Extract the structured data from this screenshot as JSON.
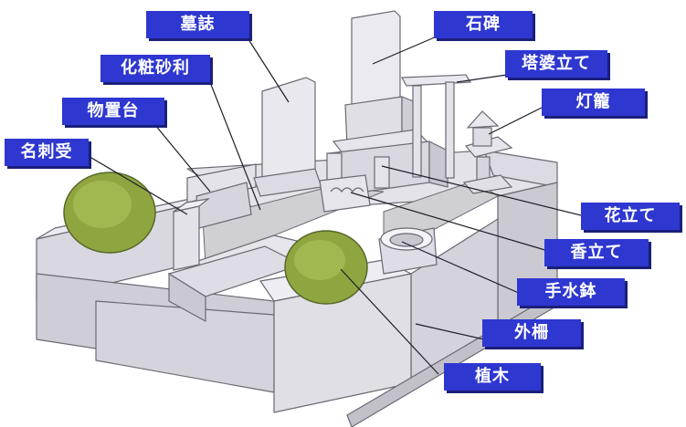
{
  "colors": {
    "label_bg": "#2e37d0",
    "label_text": "#ffffff",
    "stone_light": "#e9e8ee",
    "stone_mid": "#d7d6de",
    "stone_dark": "#c4c3cc",
    "outline": "#6a6a72",
    "shrub": "#8fa640",
    "gravel": "#cfcfd4"
  },
  "labels": {
    "boshi": "墓誌",
    "keshozunari": "化粧砂利",
    "monooki": "物置台",
    "meishiuke": "名刺受",
    "sekihi": "石碑",
    "toubatate": "塔婆立て",
    "tourou": "灯籠",
    "hanatate": "花立て",
    "koutate": "香立て",
    "chouzubachi": "手水鉢",
    "sotosaku": "外柵",
    "ueki": "植木"
  }
}
